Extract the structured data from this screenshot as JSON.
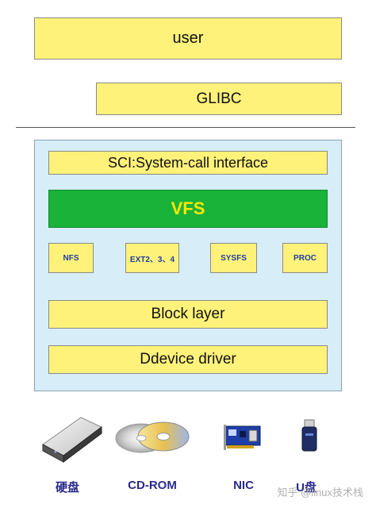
{
  "layers": {
    "user": "user",
    "glibc": "GLIBC",
    "sci": "SCI:System-call interface",
    "vfs": "VFS",
    "filesystems": [
      "NFS",
      "EXT2、3、4",
      "SYSFS",
      "PROC"
    ],
    "block": "Block layer",
    "driver": "Ddevice driver"
  },
  "devices": [
    {
      "label": "硬盘",
      "icon": "hard-disk-icon"
    },
    {
      "label": "CD-ROM",
      "icon": "cd-rom-icon"
    },
    {
      "label": "NIC",
      "icon": "network-card-icon"
    },
    {
      "label": "U盘",
      "icon": "usb-drive-icon"
    }
  ],
  "watermark": "知乎 @linux技术栈",
  "colors": {
    "layer_fill": "#fff27a",
    "vfs_fill": "#19b33a",
    "vfs_text": "#ffe600",
    "kernel_bg": "#d7eef9",
    "fs_text": "#1f3fa0",
    "device_label": "#2a2a8a"
  }
}
